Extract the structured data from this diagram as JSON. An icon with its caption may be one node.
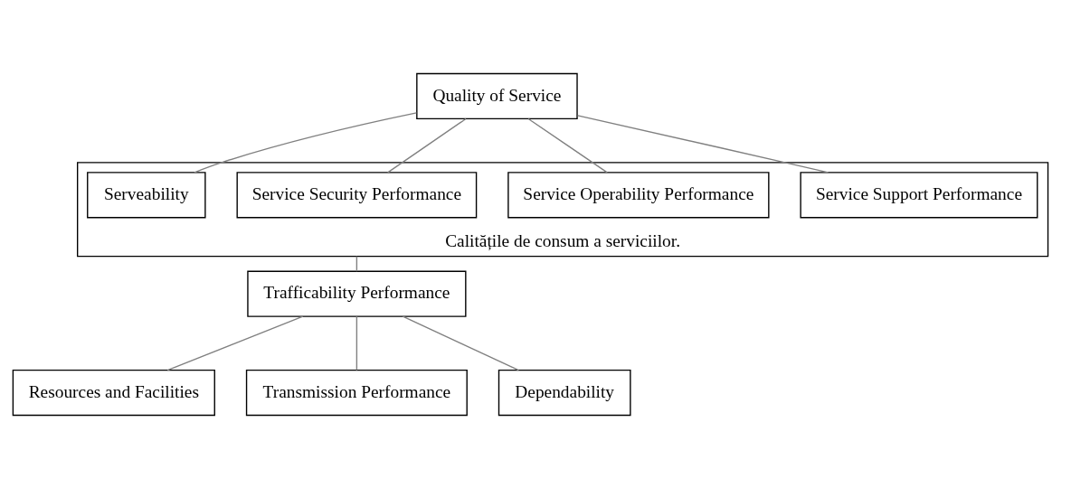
{
  "diagram": {
    "nodes": [
      {
        "text": [
          "Quality of Service"
        ]
      },
      {
        "text": [
          "Calitățile de consum a serviciilor."
        ]
      },
      {
        "text": [
          "Service Support Performance"
        ],
        "in": 1
      },
      {
        "text": [
          "Service Operability Performance"
        ],
        "in": 1
      },
      {
        "text": [
          "Service Security Performance"
        ],
        "in": 1
      },
      {
        "text": [
          "Serveability"
        ],
        "in": 1
      },
      {
        "text": [
          "Trafficability Performance"
        ]
      },
      {
        "text": [
          "Resources and Facilities"
        ]
      },
      {
        "text": [
          "Transmission Performance"
        ]
      },
      {
        "text": [
          "Dependability"
        ]
      }
    ],
    "edges": [
      {
        "from": 0,
        "to": 2,
        "arrow": "none"
      },
      {
        "from": 0,
        "to": 3,
        "arrow": "none"
      },
      {
        "from": 0,
        "to": 4,
        "arrow": "none"
      },
      {
        "from": 0,
        "to": 5,
        "arrow": "none"
      },
      {
        "from": 1,
        "to": 6,
        "arrow": "none"
      },
      {
        "from": 6,
        "to": 7,
        "arrow": "none"
      },
      {
        "from": 6,
        "to": 8,
        "arrow": "none"
      },
      {
        "from": 6,
        "to": 9,
        "arrow": "none"
      }
    ]
  }
}
